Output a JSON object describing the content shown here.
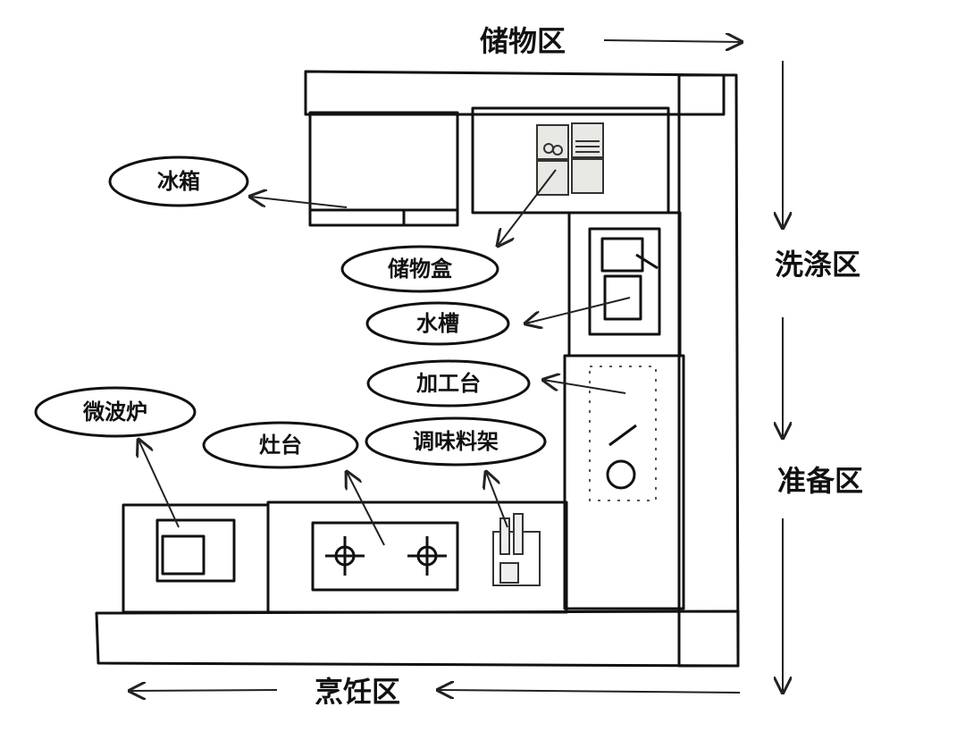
{
  "zones": {
    "storage": "储物区",
    "washing": "洗涤区",
    "prep": "准备区",
    "cooking": "烹饪区"
  },
  "labels": {
    "fridge": "冰箱",
    "storage_box": "储物盒",
    "sink": "水槽",
    "work_table": "加工台",
    "microwave": "微波炉",
    "stove": "灶台",
    "spice_rack": "调味料架"
  },
  "colors": {
    "counter_dark": "#5d4741",
    "counter_mid": "#9c7d6f",
    "fridge": "#8fadd0",
    "storage": "#b8cf92",
    "prep": "#f6e71a"
  }
}
